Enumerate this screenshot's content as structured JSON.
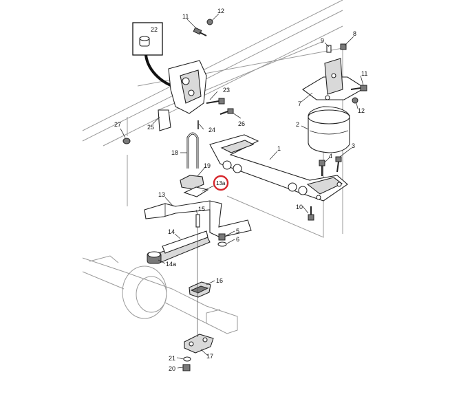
{
  "diagram": {
    "callouts": [
      {
        "id": "c1",
        "label": "1"
      },
      {
        "id": "c2",
        "label": "2"
      },
      {
        "id": "c3",
        "label": "3"
      },
      {
        "id": "c4",
        "label": "4"
      },
      {
        "id": "c5",
        "label": "5"
      },
      {
        "id": "c6",
        "label": "6"
      },
      {
        "id": "c7",
        "label": "7"
      },
      {
        "id": "c8",
        "label": "8"
      },
      {
        "id": "c9",
        "label": "9"
      },
      {
        "id": "c10",
        "label": "10"
      },
      {
        "id": "c11a",
        "label": "11"
      },
      {
        "id": "c11b",
        "label": "11"
      },
      {
        "id": "c12a",
        "label": "12"
      },
      {
        "id": "c12b",
        "label": "12"
      },
      {
        "id": "c13",
        "label": "13"
      },
      {
        "id": "c14",
        "label": "14"
      },
      {
        "id": "c14a",
        "label": "14a"
      },
      {
        "id": "c15",
        "label": "15"
      },
      {
        "id": "c16",
        "label": "16"
      },
      {
        "id": "c17",
        "label": "17"
      },
      {
        "id": "c18",
        "label": "18"
      },
      {
        "id": "c19",
        "label": "19"
      },
      {
        "id": "c20",
        "label": "20"
      },
      {
        "id": "c21",
        "label": "21"
      },
      {
        "id": "c23",
        "label": "23"
      },
      {
        "id": "c24",
        "label": "24"
      },
      {
        "id": "c25",
        "label": "25"
      },
      {
        "id": "c26",
        "label": "26"
      },
      {
        "id": "c27",
        "label": "27"
      }
    ],
    "inset_label": "22",
    "highlighted_label": "13a",
    "highlight_color": "#d6262c"
  }
}
